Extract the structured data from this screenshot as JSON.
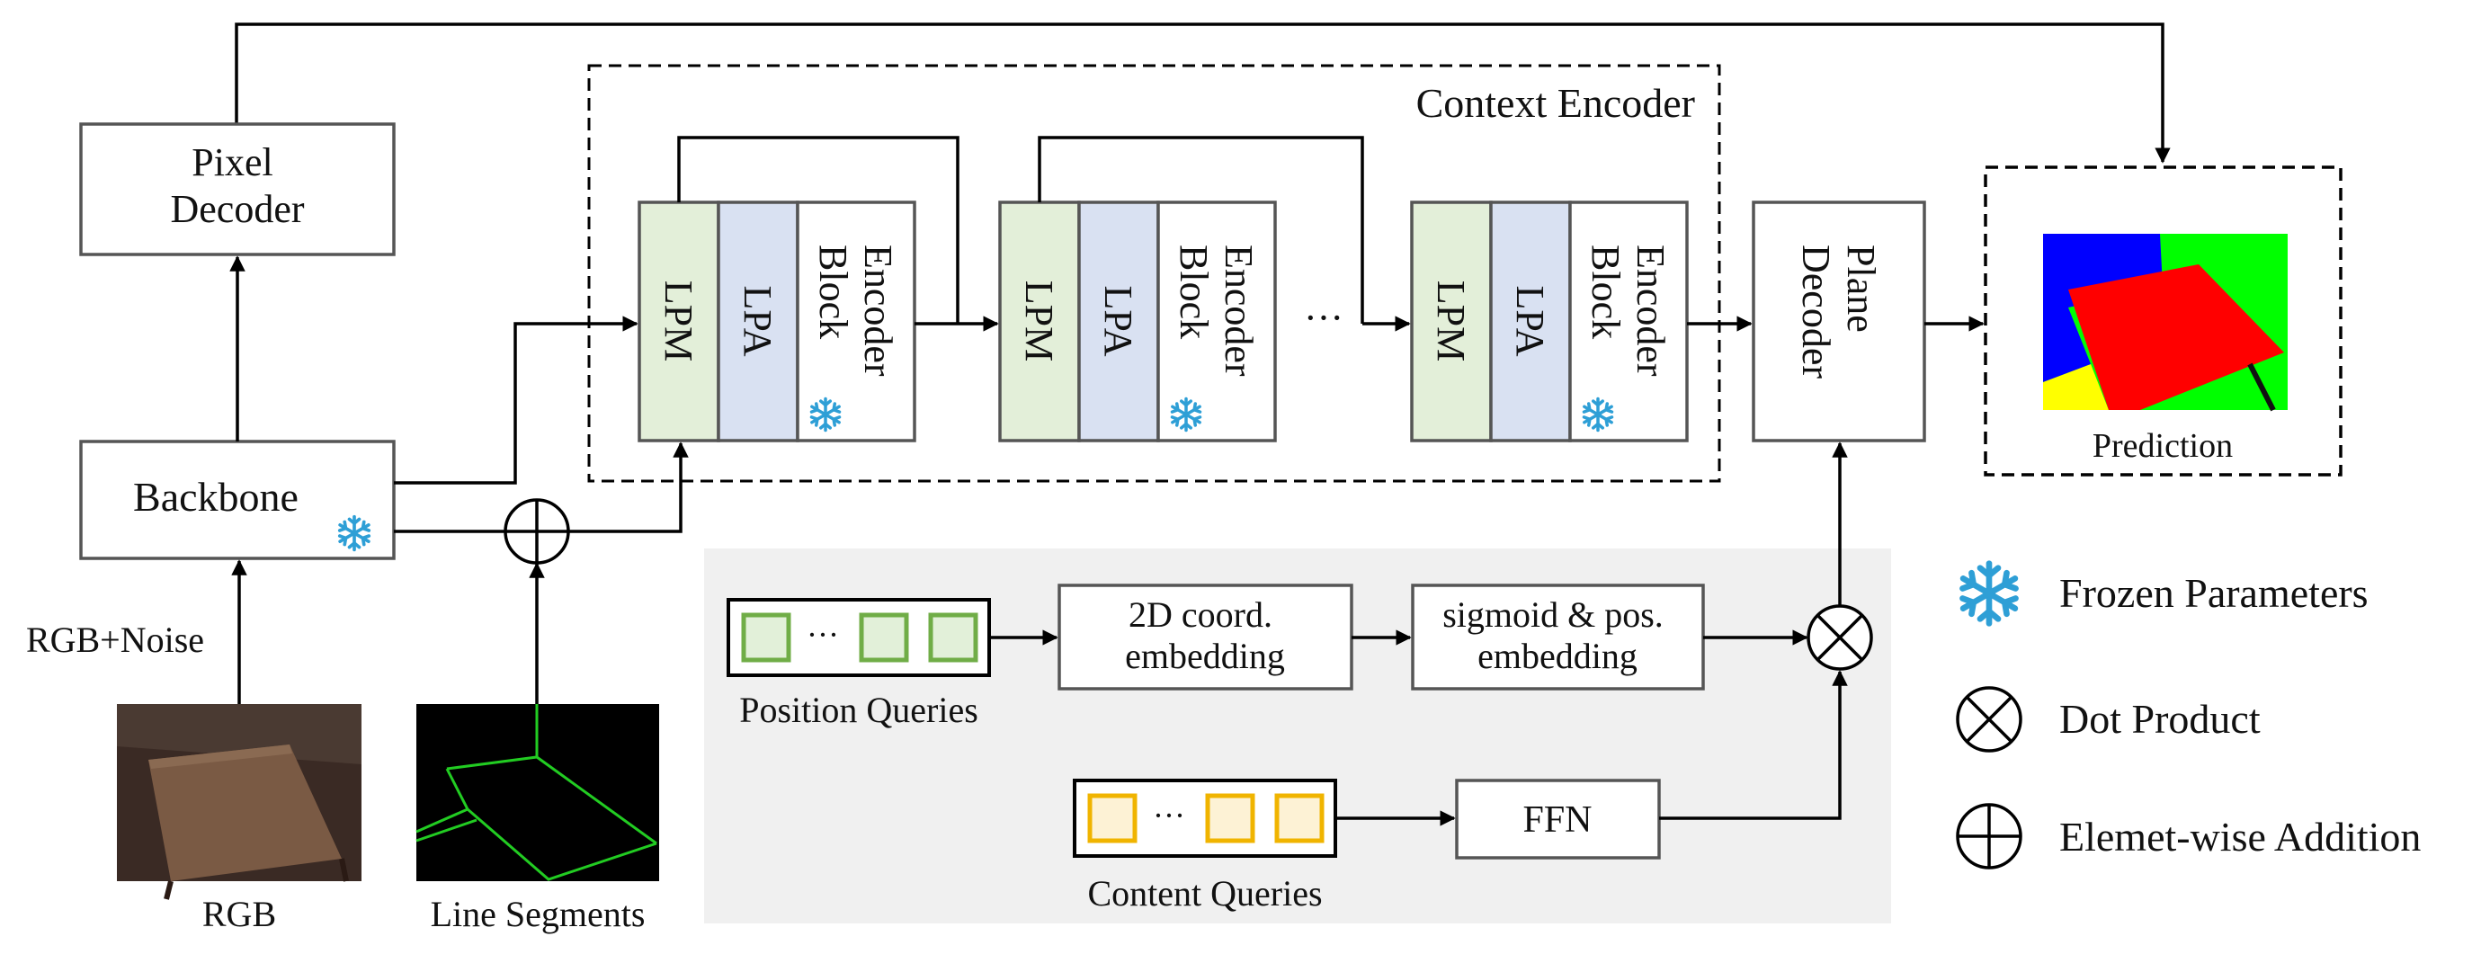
{
  "colors": {
    "lpm_fill": "#e3efd9",
    "lpa_fill": "#d9e1f2",
    "panel_gray": "#f0f0f0",
    "snowflake": "#2e9fd6",
    "query_green": "#70ad47",
    "query_green_fill": "#e2f0d9",
    "query_yellow": "#f0b400",
    "query_yellow_fill": "#fdf2d5",
    "pred_blue": "#0000ff",
    "pred_green": "#00ff00",
    "pred_red": "#ff0000",
    "pred_yellow": "#ffff00"
  },
  "labels": {
    "pixel_decoder": [
      "Pixel",
      "Decoder"
    ],
    "backbone": "Backbone",
    "rgb_noise": "RGB+Noise",
    "rgb": "RGB",
    "line_segments": "Line Segments",
    "context_encoder": "Context Encoder",
    "lpm": "LPM",
    "lpa": "LPA",
    "encoder_block": [
      "Encoder",
      "Block"
    ],
    "dots": "···",
    "plane_decoder": [
      "Plane",
      "Decoder"
    ],
    "prediction": "Prediction",
    "position_queries": "Position Queries",
    "content_queries": "Content Queries",
    "coord_embedding": [
      "2D coord.",
      "embedding"
    ],
    "sigmoid_embedding": [
      "sigmoid & pos.",
      "embedding"
    ],
    "ffn": "FFN",
    "query_ellipsis": "···"
  },
  "legend": {
    "frozen": "Frozen Parameters",
    "dot_product": "Dot Product",
    "addition": "Elemet-wise Addition"
  },
  "icons": {
    "frozen": "snowflake-icon",
    "dot_product": "circled-times-icon",
    "addition": "circled-plus-icon"
  }
}
